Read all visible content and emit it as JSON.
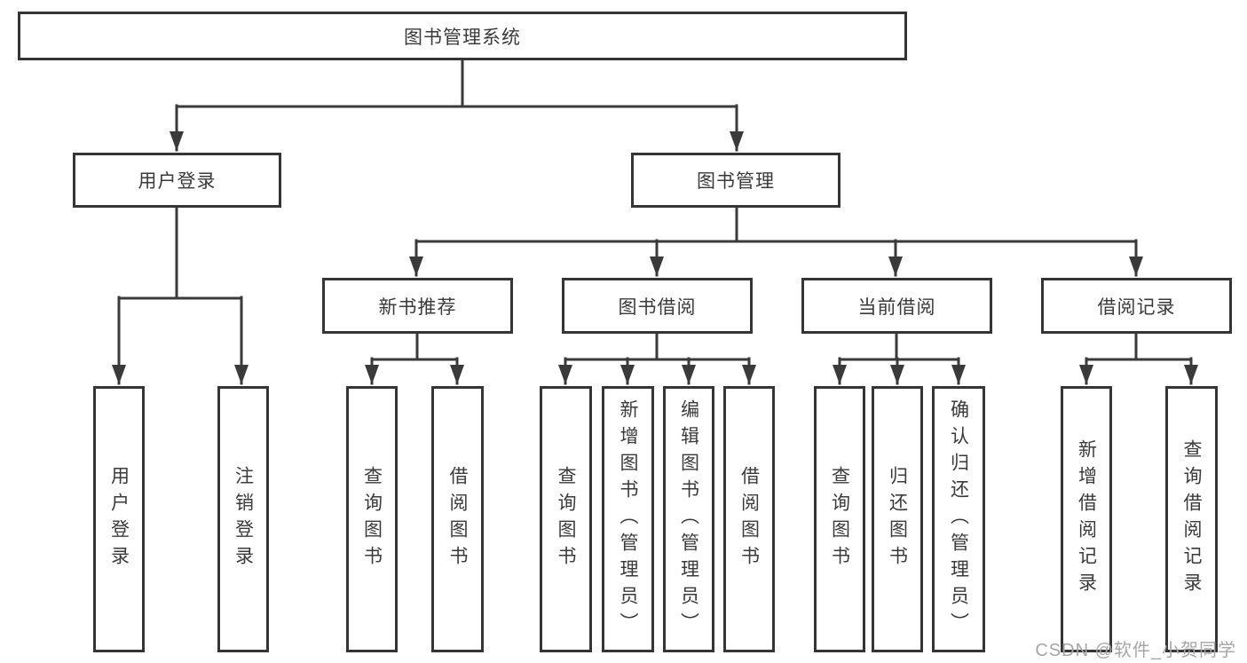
{
  "watermark": "CSDN @软件_小贺同学",
  "colors": {
    "line": "#3a3a3a",
    "box-border": "#353535",
    "text": "#3a3a3a",
    "bg": "#ffffff",
    "watermark": "#a6a6a6"
  },
  "tree": {
    "root": {
      "label": "图书管理系统"
    },
    "branches": [
      {
        "label": "用户登录",
        "leaves": [
          {
            "label": "用户登录"
          },
          {
            "label": "注销登录"
          }
        ]
      },
      {
        "label": "图书管理",
        "groups": [
          {
            "label": "新书推荐",
            "leaves": [
              {
                "label": "查询图书"
              },
              {
                "label": "借阅图书"
              }
            ]
          },
          {
            "label": "图书借阅",
            "leaves": [
              {
                "label": "查询图书"
              },
              {
                "label": "新增图书（管理员）"
              },
              {
                "label": "编辑图书（管理员）"
              },
              {
                "label": "借阅图书"
              }
            ]
          },
          {
            "label": "当前借阅",
            "leaves": [
              {
                "label": "查询图书"
              },
              {
                "label": "归还图书"
              },
              {
                "label": "确认归还（管理员）"
              }
            ]
          },
          {
            "label": "借阅记录",
            "leaves": [
              {
                "label": "新增借阅记录"
              },
              {
                "label": "查询借阅记录"
              }
            ]
          }
        ]
      }
    ]
  }
}
